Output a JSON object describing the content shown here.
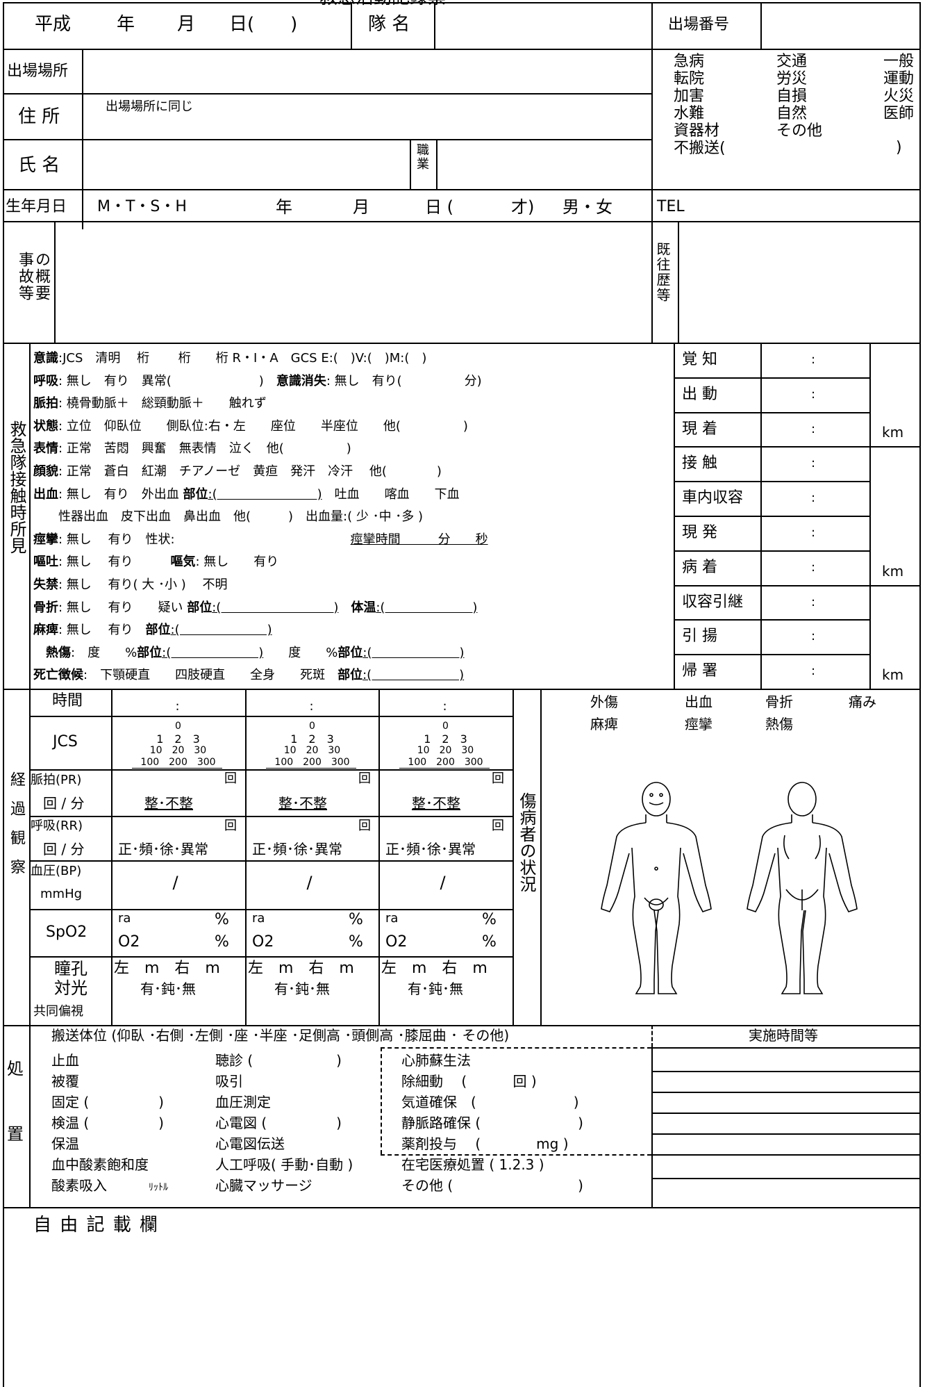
{
  "header": {
    "clipped_title": "救急活動記録票",
    "era": "平成",
    "year": "年",
    "month": "月",
    "day": "日(　　)",
    "team_name_label": "隊 名",
    "dispatch_number_label": "出場番号"
  },
  "info": {
    "dispatch_place_label": "出場場所",
    "address_label": "住 所",
    "address_value": "出場場所に同じ",
    "name_label": "氏 名",
    "occupation_label": "職業",
    "birth_label": "生年月日",
    "birth_era": "M・T・S・H",
    "birth_year": "年",
    "birth_month": "月",
    "birth_day": "日 (",
    "birth_age": "才)",
    "gender": "男・女",
    "tel_label": "TEL",
    "accident_label": "事故等",
    "summary_label": "の概要",
    "history_label": "既往歴等"
  },
  "accident_types": {
    "col1": [
      "急病",
      "転院",
      "加害",
      "水難",
      "資器材",
      "不搬送("
    ],
    "col2": [
      "交通",
      "労災",
      "自損",
      "自然",
      "その他"
    ],
    "col3": [
      "一般",
      "運動",
      "火災",
      "医師"
    ],
    "close_paren": ")"
  },
  "findings": {
    "section_label": "救急隊接触時所見",
    "lines": [
      {
        "b": "意識",
        "t": ":JCS　清明　 桁　 　桁　　桁 R・I・A　GCS E:(　)V:(　)M:(　)"
      },
      {
        "b": "呼吸",
        "t": ": 無し　有り　異常(　　　　　　　)　"
      },
      {
        "b": "脈拍",
        "t": ": 橈骨動脈＋　総頸動脈＋　　触れず"
      },
      {
        "b": "状態",
        "t": ": 立位　仰臥位　　側臥位:右・左　　座位　　半座位　　他(　　　　　)"
      },
      {
        "b": "表情",
        "t": ": 正常　苦悶　興奮　無表情　泣く　他(　　　　　)"
      },
      {
        "b": "顔貌",
        "t": ": 正常　蒼白　紅潮　チアノーゼ　黄疸　発汗　冷汗　 他(　　　　)"
      },
      {
        "b": "出血",
        "t": ": 無し　有り　外出血 "
      },
      {
        "b": "",
        "t": "　　性器出血　皮下出血　鼻出血　他(　　　)　出血量:( 少 ･中 ･多 )"
      },
      {
        "b": "痙攣",
        "t": ": 無し　 有り　性状:"
      },
      {
        "b": "嘔吐",
        "t": ": 無し　 有り　　　"
      },
      {
        "b": "失禁",
        "t": ": 無し　 有り( 大 ･小 )　 不明"
      },
      {
        "b": "骨折",
        "t": ": 無し　 有り　　疑い "
      },
      {
        "b": "麻痺",
        "t": ": 無し　 有り　"
      },
      {
        "b": "熱傷",
        "t": ":　度　　%"
      },
      {
        "b": "死亡徴候",
        "t": ":　下顎硬直　　四肢硬直　　全身　　死斑　"
      }
    ],
    "consciousness_loss": "意識消失",
    "consciousness_loss_opts": ": 無し　有り(　　　　　分)",
    "bleeding_part": "部位",
    "bleeding_part_value": ":(　　　　　　　　)",
    "bleeding_rest": "吐血　　喀血　　下血",
    "seizure_time": "痙攣時間　　　分　　秒",
    "nausea": "嘔気",
    "nausea_opts": ": 無し　　有り",
    "fracture_part": "部位",
    "fracture_part_value": ":(　　　　　　　　　)",
    "temperature": "体温",
    "temperature_value": ":(　　　　　　　)",
    "paralysis_part": "部位",
    "paralysis_part_value": ":(　　　　　　　)",
    "burn_part": "部位",
    "burn_part_value": ":(　　　　　　　)",
    "burn2": "度　　%",
    "burn2_part": "部位",
    "burn2_part_value": ":(　　　　　　　)",
    "death_part": "部位",
    "death_part_value": ":(　　　　　　　)"
  },
  "timeline": {
    "rows": [
      "覚 知",
      "出 動",
      "現 着",
      "接 触",
      "車内収容",
      "現 発",
      "病 着",
      "収容引継",
      "引 揚",
      "帰 署"
    ],
    "colon": ":",
    "km": "km"
  },
  "observation": {
    "section_label": "経過観察",
    "time_label": "時間",
    "jcs_label": "JCS",
    "jcs_rows": [
      "0",
      "1　2　3",
      "10　20　30",
      "100　200　300"
    ],
    "pulse_label": "脈拍(PR)",
    "pulse_unit": "回 / 分",
    "pulse_count": "回",
    "pulse_rhythm": "整･不整",
    "resp_label": "呼吸(RR)",
    "resp_unit": "回 / 分",
    "resp_count": "回",
    "resp_pattern": "正･頻･徐･異常",
    "bp_label": "血圧(BP)",
    "bp_unit": "mmHg",
    "bp_slash": "/",
    "spo2_label": "SpO2",
    "spo2_ra": "ra",
    "spo2_o2": "O2",
    "spo2_pct": "%",
    "pupil_label": "瞳孔",
    "light_label": "対光",
    "gaze_label": "共同偏視",
    "pupil_value": "左　m　右　m",
    "light_value": "有･鈍･無"
  },
  "patient_status": {
    "label": "傷病者の状況",
    "items_row1": [
      "外傷",
      "出血",
      "骨折",
      "痛み"
    ],
    "items_row2": [
      "麻痺",
      "痙攣",
      "熱傷"
    ]
  },
  "treatment": {
    "section_label": "処置",
    "transport_position": "搬送体位 (仰臥 ･右側 ･左側 ･座 ･半座 ･足側高 ･頭側高 ･膝屈曲 ･ その他)",
    "time_header": "実施時間等",
    "col1": [
      "止血",
      "被覆",
      "固定 (　　　　　)",
      "検温 (　　　　　)",
      "保温",
      "血中酸素飽和度",
      "酸素吸入　　　"
    ],
    "liter": "ﾘｯﾄﾙ",
    "col2": [
      "聴診 (　　　　　　)",
      "吸引",
      "血圧測定",
      "心電図 (　　　　　)",
      "心電図伝送",
      "人工呼吸( 手動･自動 )",
      "心臓マッサージ"
    ],
    "col3": [
      "心肺蘇生法",
      "除細動　 (　　　 回 )",
      "気道確保　(　　　　　　　)",
      "静脈路確保 (　　　　　　　)",
      "薬剤投与　 (　　　　mg )",
      "在宅医療処置 ( 1.2.3 )",
      "その他 (　　　　　　　　　)"
    ]
  },
  "free": {
    "label": "自 由 記 載 欄"
  }
}
